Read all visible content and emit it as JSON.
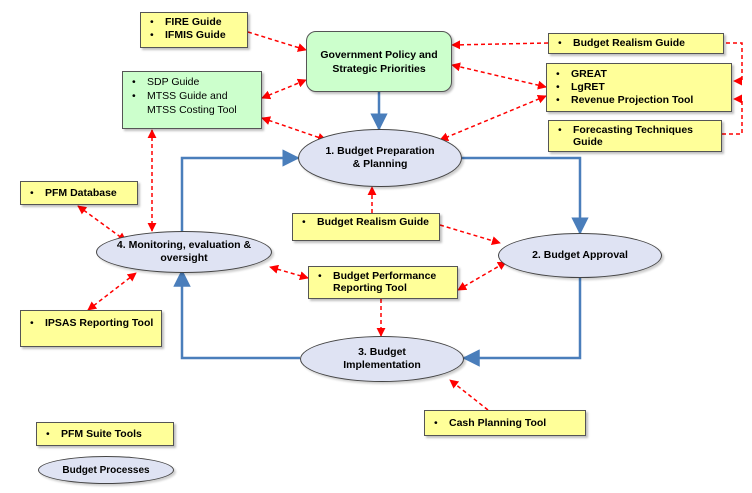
{
  "nodes": {
    "fire_ifmis": {
      "items": [
        "FIRE Guide",
        "IFMIS Guide"
      ]
    },
    "gov_policy": {
      "label": "Government Policy and Strategic Priorities"
    },
    "sdp_mtss": {
      "items": [
        "SDP Guide",
        "MTSS Guide and MTSS Costing Tool"
      ]
    },
    "budget_realism_top": {
      "items": [
        "Budget Realism Guide"
      ]
    },
    "great_group": {
      "items": [
        "GREAT",
        "LgRET",
        "Revenue Projection  Tool"
      ]
    },
    "forecasting": {
      "items": [
        "Forecasting Techniques Guide"
      ]
    },
    "pfm_database": {
      "items": [
        "PFM Database"
      ]
    },
    "budget_realism_mid": {
      "items": [
        "Budget Realism Guide"
      ]
    },
    "budget_performance": {
      "items": [
        "Budget Performance Reporting Tool"
      ]
    },
    "ipsas": {
      "items": [
        "IPSAS Reporting Tool"
      ]
    },
    "cash_planning": {
      "items": [
        "Cash Planning Tool"
      ]
    }
  },
  "processes": {
    "preparation": "1. Budget Preparation & Planning",
    "approval": "2. Budget Approval",
    "implementation": "3. Budget Implementation",
    "monitoring": "4. Monitoring, evaluation & oversight"
  },
  "legend": {
    "tools": "PFM Suite Tools",
    "processes": "Budget Processes"
  },
  "colors": {
    "tool_fill": "#ffff99",
    "policy_fill": "#ccffcc",
    "process_fill": "#dfe3f3",
    "cycle_arrow": "#4a7ebb",
    "link_arrow": "#ff0000"
  }
}
